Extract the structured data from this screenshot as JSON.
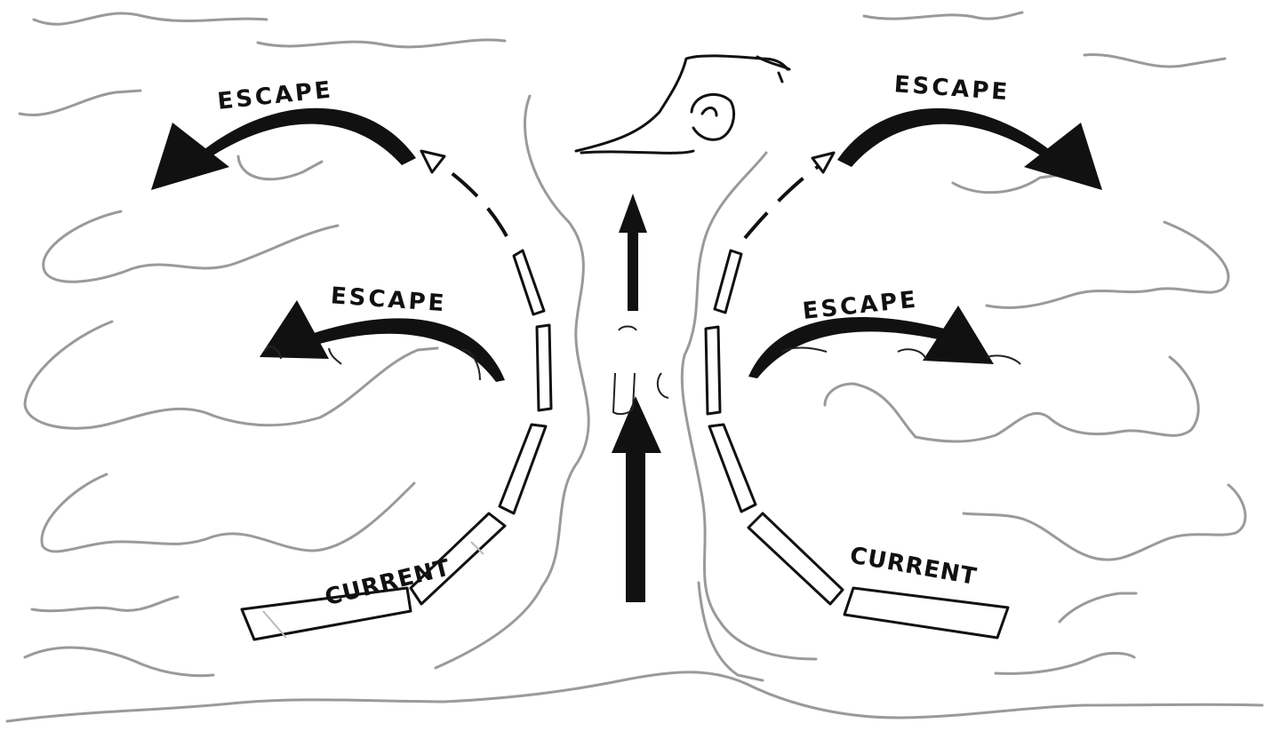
{
  "labels": {
    "escape_top_left": "ESCAPE",
    "escape_mid_left": "ESCAPE",
    "escape_top_right": "ESCAPE",
    "escape_mid_right": "ESCAPE",
    "current_left": "CURRENT",
    "current_right": "CURRENT"
  },
  "icons": {
    "swimmer": "swimmer-icon",
    "outward_arrows": "arrow-up-icon",
    "escape_arrows": "curved-arrow-icon"
  }
}
